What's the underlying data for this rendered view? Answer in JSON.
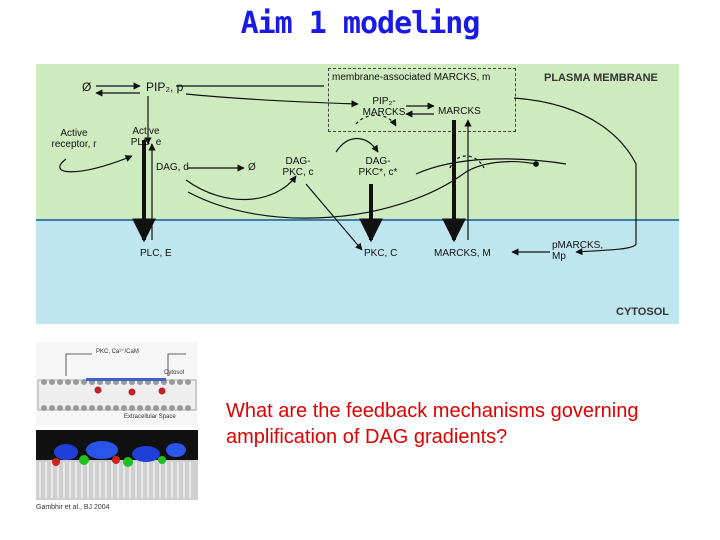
{
  "title": "Aim 1 modeling",
  "diagram": {
    "regions": {
      "membrane": "PLASMA MEMBRANE",
      "cytosol": "CYTOSOL"
    },
    "labels": {
      "phi1": "Ø",
      "pip2": "PIP₂, p",
      "membrane_marcks": "membrane-associated MARCKS, m",
      "pip2_marcks": "PIP₂- MARCKS",
      "marcks": "MARCKS",
      "active_receptor": "Active receptor, r",
      "active_plc": "Active PLC, e",
      "dag": "DAG, d",
      "phi2": "Ø",
      "dag_pkc": "DAG- PKC, c",
      "dag_pkc_star": "DAG- PKC*, c*",
      "plc": "PLC, E",
      "pkc": "PKC, C",
      "marcks_cyt": "MARCKS, M",
      "pmarcks": "pMARCKS, Mp"
    }
  },
  "thumbnail": {
    "top_label": "PKC, Ca²⁺/CaM",
    "cytosol_label": "Cytosol",
    "space_label": "Extracellular Space",
    "citation": "Gambhir et al., BJ 2004"
  },
  "question": "What are the feedback mechanisms governing amplification of DAG gradients?",
  "colors": {
    "title": "#1a1ae6",
    "question": "#e00000",
    "membrane": "#cdebbe",
    "cytosol": "#bfe6ef"
  }
}
